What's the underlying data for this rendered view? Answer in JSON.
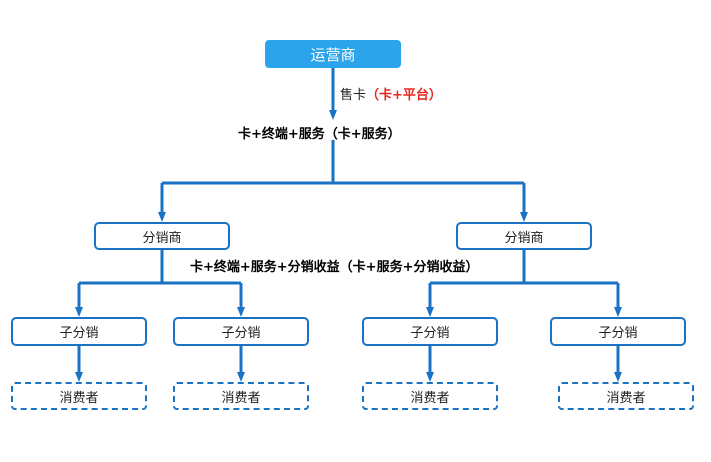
{
  "colors": {
    "accent": "#2ba4eb",
    "line": "#1a72c4",
    "highlight": "#e8261c"
  },
  "root": {
    "label": "运营商"
  },
  "edge_top": {
    "prefix": "售卡",
    "detail": "（卡+平台）"
  },
  "edge_level1": {
    "text": "卡+终端+服务（卡+服务）"
  },
  "edge_level2": {
    "text": "卡+终端+服务+分销收益（卡+服务+分销收益）"
  },
  "distributors": [
    {
      "label": "分销商",
      "sub_distributors": [
        {
          "label": "子分销",
          "consumer": "消费者"
        },
        {
          "label": "子分销",
          "consumer": "消费者"
        }
      ]
    },
    {
      "label": "分销商",
      "sub_distributors": [
        {
          "label": "子分销",
          "consumer": "消费者"
        },
        {
          "label": "子分销",
          "consumer": "消费者"
        }
      ]
    }
  ]
}
